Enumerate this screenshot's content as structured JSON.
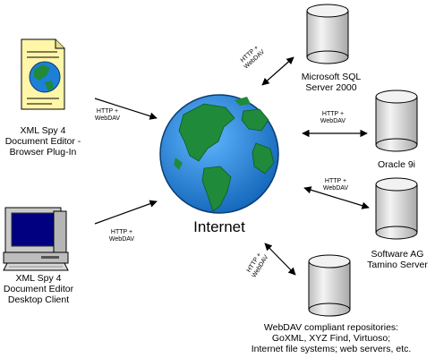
{
  "center": {
    "label": "Internet"
  },
  "clients": [
    {
      "id": "plugin",
      "icon": "xml-document-icon",
      "lines": [
        "XML Spy 4",
        "Document Editor -",
        "Browser Plug-In"
      ]
    },
    {
      "id": "desktop",
      "icon": "desktop-computer-icon",
      "lines": [
        "XML Spy 4",
        "Document Editor",
        "Desktop Client"
      ]
    }
  ],
  "servers": [
    {
      "id": "mssql",
      "icon": "database-cylinder-icon",
      "lines": [
        "Microsoft SQL",
        "Server 2000"
      ]
    },
    {
      "id": "oracle",
      "icon": "database-cylinder-icon",
      "lines": [
        "Oracle 9i"
      ]
    },
    {
      "id": "tamino",
      "icon": "database-cylinder-icon",
      "lines": [
        "Software AG",
        "Tamino Server"
      ]
    },
    {
      "id": "webdav",
      "icon": "database-cylinder-icon",
      "lines": [
        "WebDAV compliant repositories:",
        "GoXML, XYZ Find, Virtuoso;",
        "Internet file systems; web servers, etc."
      ]
    }
  ],
  "protocol": {
    "line1": "HTTP +",
    "line2": "WebDAV"
  },
  "colors": {
    "ocean": "#1e7fd6",
    "land": "#1f8a3a",
    "db_fill": "#e8e8e8",
    "document": "#fff6a8",
    "monitor": "#c9c9c9",
    "screen": "#000080"
  }
}
